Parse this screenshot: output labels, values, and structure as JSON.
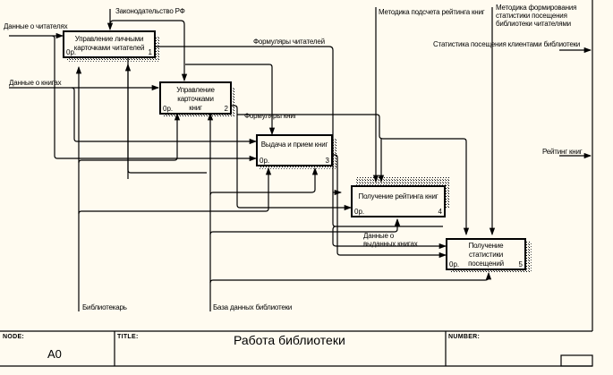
{
  "diagram": {
    "type": "IDEF0",
    "frame": {
      "node_label": "NODE:",
      "node_value": "A0",
      "title_label": "TITLE:",
      "title_value": "Работа библиотеки",
      "number_label": "NUMBER:",
      "number_value": ""
    },
    "boxes": [
      {
        "id": 1,
        "title": "Управление личными карточками читателей",
        "cost": "0р.",
        "number": "1"
      },
      {
        "id": 2,
        "title": "Управление карточками книг",
        "cost": "0р.",
        "number": "2"
      },
      {
        "id": 3,
        "title": "Выдача и прием книг",
        "cost": "0р.",
        "number": "3"
      },
      {
        "id": 4,
        "title": "Получение рейтинга книг",
        "cost": "0р.",
        "number": "4"
      },
      {
        "id": 5,
        "title": "Получение статистики посещений",
        "cost": "0р.",
        "number": "5"
      }
    ],
    "arrow_labels": {
      "readers_data": "Данные о читателях",
      "books_data": "Данные о книгах",
      "legislation": "Законодательство РФ",
      "rating_method": "Методика подсчета рейтинга книг",
      "stats_method_1": "Методика формирования",
      "stats_method_2": "статистики посещения",
      "stats_method_3": "библиотеки читателями",
      "visit_stats": "Статистика посещения клиентами библиотеки",
      "reader_forms": "Формуляры читателей",
      "book_forms": "Формуляры книг",
      "book_rating": "Рейтинг книг",
      "issued_data_1": "Данные о",
      "issued_data_2": "выданных книгах",
      "librarian": "Библиотекарь",
      "library_db": "База данных библиотеки"
    }
  }
}
